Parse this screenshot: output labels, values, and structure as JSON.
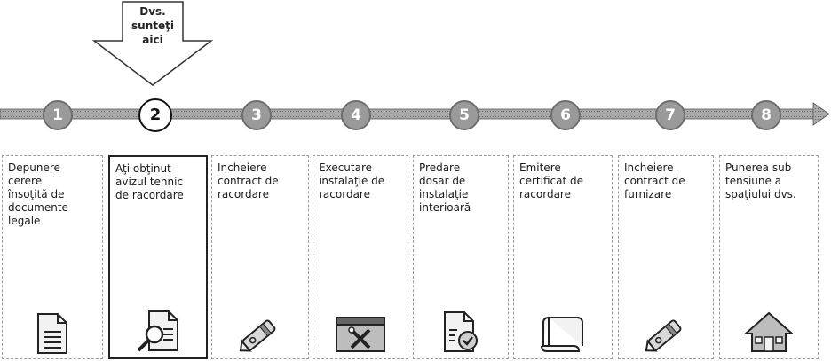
{
  "pointer": {
    "line1": "Dvs.",
    "line2": "sunteţi",
    "line3": "aici"
  },
  "steps": [
    {
      "number": "1",
      "label": "Depunere\ncerere\nînsoţită de\ndocumente\nlegale",
      "icon": "document-icon",
      "current": false
    },
    {
      "number": "2",
      "label": "Aţi obţinut\navizul tehnic\nde racordare",
      "icon": "document-search-icon",
      "current": true
    },
    {
      "number": "3",
      "label": "Incheiere\ncontract de\nracordare",
      "icon": "pen-icon",
      "current": false
    },
    {
      "number": "4",
      "label": "Executare\ninstalaţie de\nracordare",
      "icon": "tools-window-icon",
      "current": false
    },
    {
      "number": "5",
      "label": "Predare\ndosar de\ninstalaţie\ninterioară",
      "icon": "document-check-icon",
      "current": false
    },
    {
      "number": "6",
      "label": "Emitere\ncertificat de\nracordare",
      "icon": "certificate-scroll-icon",
      "current": false
    },
    {
      "number": "7",
      "label": "Incheiere\ncontract de\nfurnizare",
      "icon": "pen-icon",
      "current": false
    },
    {
      "number": "8",
      "label": "Punerea sub\ntensiune a\nspaţiului dvs.",
      "icon": "house-icon",
      "current": false
    }
  ]
}
